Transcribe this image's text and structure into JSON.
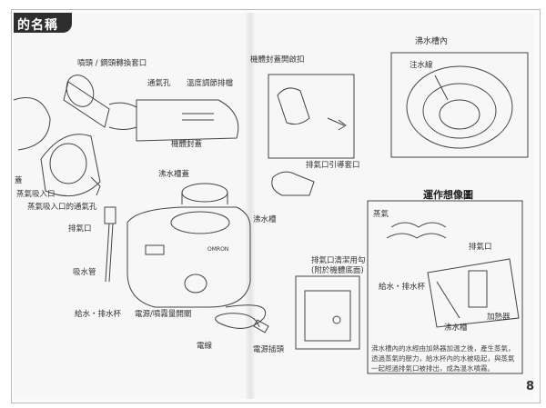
{
  "header": {
    "tab_text": "的名稱"
  },
  "labels": {
    "joint": "噴頭 / 鋼頭轉換套口",
    "vent": "通氣孔",
    "temp_knob": "溫度調節排檔",
    "body_cover": "機體封蓋",
    "cover_latch": "機體封蓋開啟扣",
    "tank_cap": "沸水槽蓋",
    "tank": "沸水槽",
    "exhaust_sleeve": "排氣口引導套口",
    "steam_inlet": "蒸氣吸入口",
    "steam_inlet_vent": "蒸氣吸入口的通氣孔",
    "exhaust_port": "排氣口",
    "suction_pipe": "吸水管",
    "cup": "給水・排水杯",
    "power_switch": "電源/噴霧量開關",
    "cord": "電線",
    "plug": "電源插頭",
    "hook_title": "排氣口清潔用勾",
    "hook_note": "(附於機體底面)",
    "tank_inside": "沸水槽內",
    "water_line": "注水線",
    "left_cut": "蓋",
    "brand": "OMRON"
  },
  "concept": {
    "title": "運作想像圖",
    "steam": "蒸氣",
    "exhaust": "排氣口",
    "cup": "給水・排水杯",
    "tank": "沸水槽",
    "heater": "加熱器",
    "description": "沸水槽內的水經由加熱器加温之後，產生蒸氣，透過蒸氣的壓力，給水杯內的水被吸起，與蒸氣一起經過排氣口被排出，成為溫水噴霧。"
  },
  "page_number": "8"
}
